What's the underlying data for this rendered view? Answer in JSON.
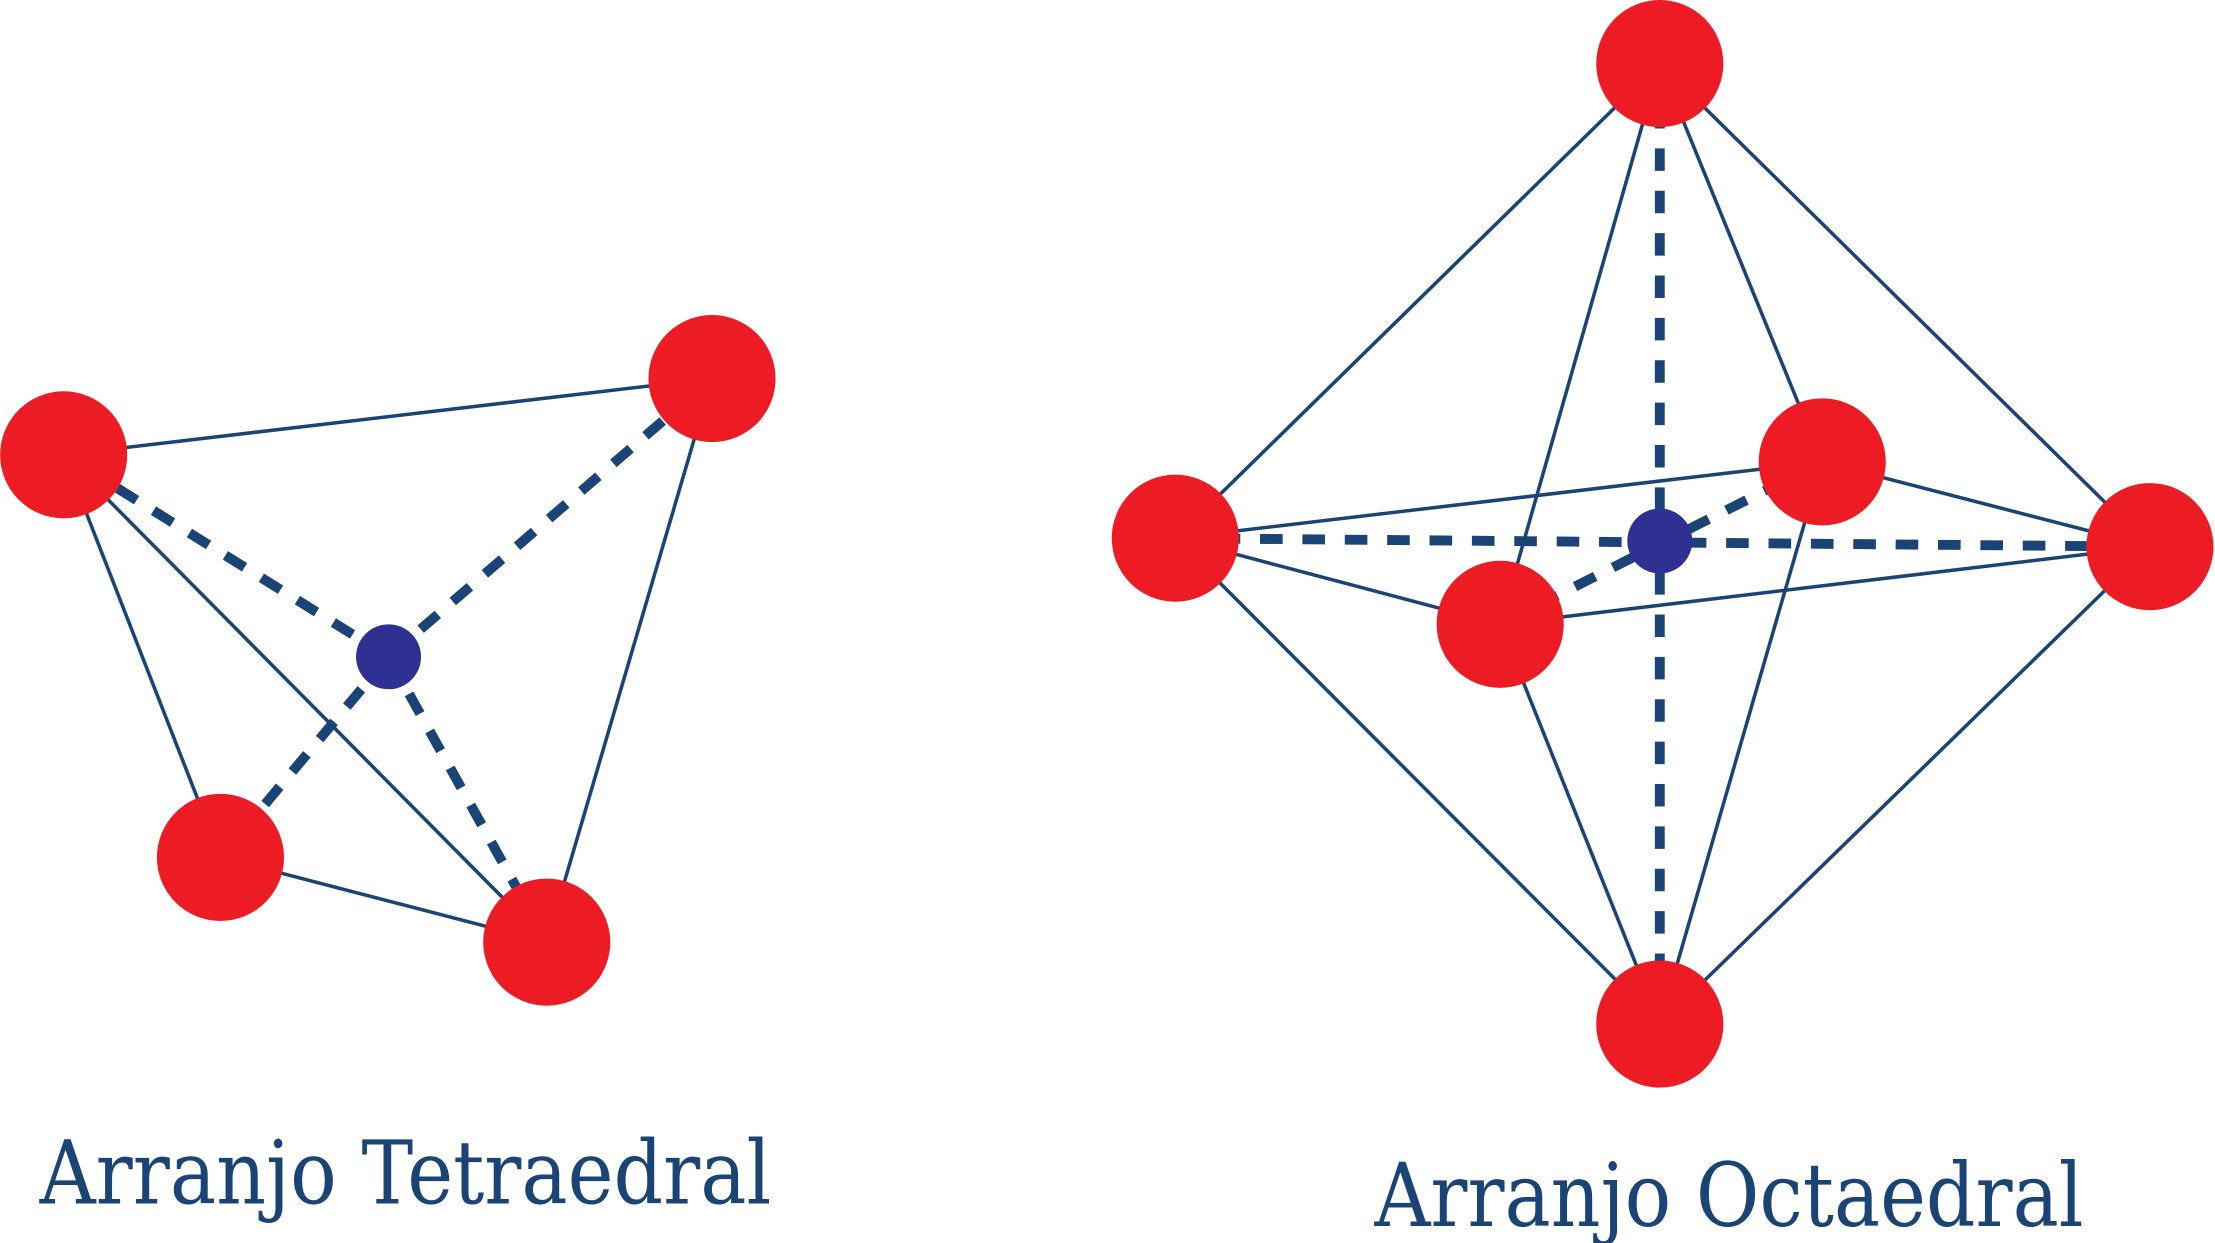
{
  "colors": {
    "ligand": "#ED1C24",
    "center": "#2E3192",
    "edge": "#1B4476",
    "text": "#1B4476"
  },
  "tetrahedral": {
    "caption": "Arranjo Tetraedral",
    "atoms": [
      "ligand-1",
      "ligand-2",
      "ligand-3",
      "ligand-4"
    ]
  },
  "octahedral": {
    "caption": "Arranjo Octaedral",
    "atoms": [
      "top",
      "bottom",
      "left",
      "right",
      "back",
      "front"
    ]
  }
}
